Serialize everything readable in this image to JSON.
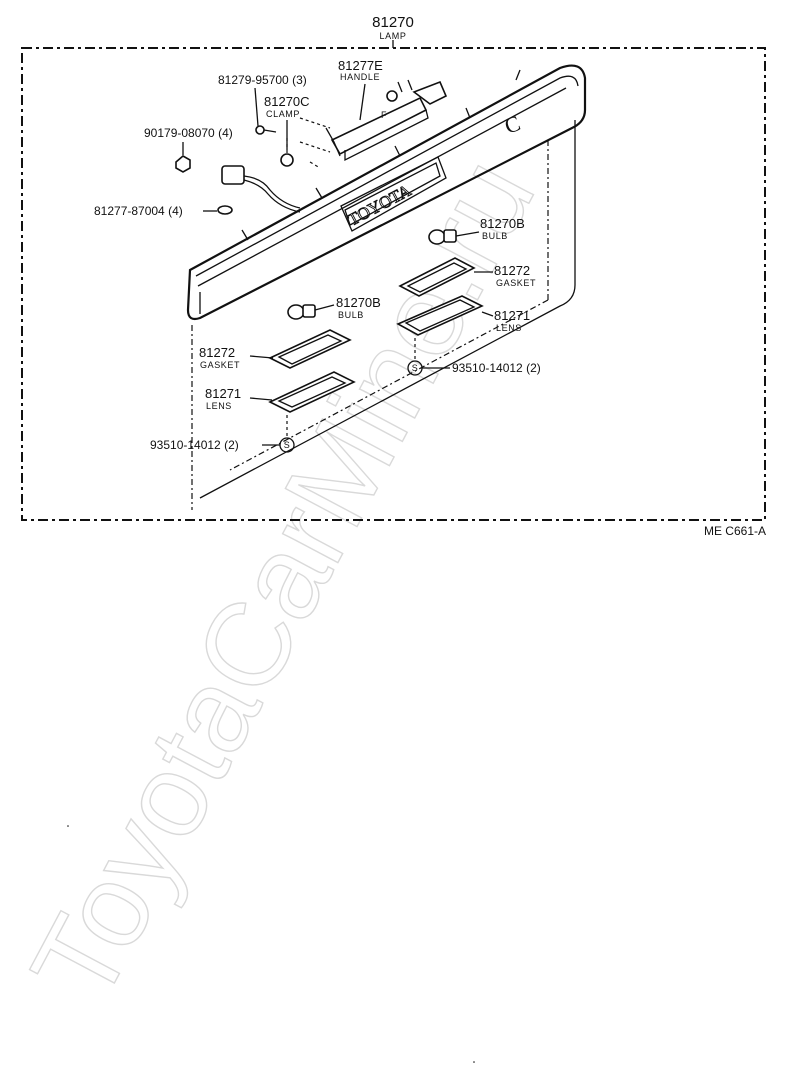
{
  "diagram_ref": "ME  C661-A",
  "watermark": "ToyotaCarMine.ru",
  "emblem_text": "TOYOTA",
  "emblem_letter": "C",
  "handle_letter": "F",
  "callouts": {
    "lamp": {
      "number": "81270",
      "name": "LAMP"
    },
    "handle": {
      "number": "81277E",
      "name": "HANDLE"
    },
    "clamp": {
      "number": "81270C",
      "name": "CLAMP"
    },
    "screw_95700": {
      "number": "81279-95700 (3)"
    },
    "nut_08070": {
      "number": "90179-08070 (4)"
    },
    "grommet_87004": {
      "number": "81277-87004 (4)"
    },
    "bulb_upper": {
      "number": "81270B",
      "name": "BULB"
    },
    "bulb_lower": {
      "number": "81270B",
      "name": "BULB"
    },
    "gasket_right": {
      "number": "81272",
      "name": "GASKET"
    },
    "gasket_left": {
      "number": "81272",
      "name": "GASKET"
    },
    "lens_right": {
      "number": "81271",
      "name": "LENS"
    },
    "lens_left": {
      "number": "81271",
      "name": "LENS"
    },
    "screw_right": {
      "number": "93510-14012 (2)",
      "symbol": "S"
    },
    "screw_left": {
      "number": "93510-14012 (2)",
      "symbol": "S"
    }
  }
}
